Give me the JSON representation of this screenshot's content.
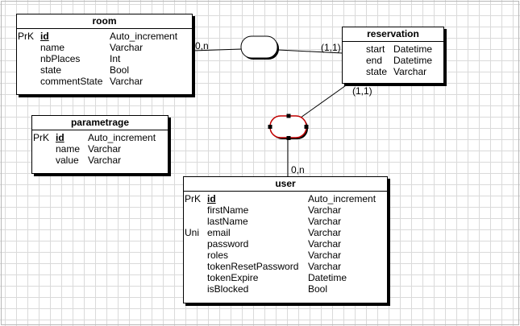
{
  "entities": {
    "room": {
      "title": "room",
      "rows": [
        {
          "flag": "PrK",
          "name": "id",
          "type": "Auto_increment",
          "key": true
        },
        {
          "flag": "",
          "name": "name",
          "type": "Varchar"
        },
        {
          "flag": "",
          "name": "nbPlaces",
          "type": "Int"
        },
        {
          "flag": "",
          "name": "state",
          "type": "Bool"
        },
        {
          "flag": "",
          "name": "commentState",
          "type": "Varchar"
        }
      ]
    },
    "reservation": {
      "title": "reservation",
      "rows": [
        {
          "flag": "",
          "name": "start",
          "type": "Datetime"
        },
        {
          "flag": "",
          "name": "end",
          "type": "Datetime"
        },
        {
          "flag": "",
          "name": "state",
          "type": "Varchar"
        }
      ]
    },
    "parametrage": {
      "title": "parametrage",
      "rows": [
        {
          "flag": "PrK",
          "name": "id",
          "type": "Auto_increment",
          "key": true
        },
        {
          "flag": "",
          "name": "name",
          "type": "Varchar"
        },
        {
          "flag": "",
          "name": "value",
          "type": "Varchar"
        }
      ]
    },
    "user": {
      "title": "user",
      "rows": [
        {
          "flag": "PrK",
          "name": "id",
          "type": "Auto_increment",
          "key": true
        },
        {
          "flag": "",
          "name": "firstName",
          "type": "Varchar"
        },
        {
          "flag": "",
          "name": "lastName",
          "type": "Varchar"
        },
        {
          "flag": "Uni",
          "name": "email",
          "type": "Varchar"
        },
        {
          "flag": "",
          "name": "password",
          "type": "Varchar"
        },
        {
          "flag": "",
          "name": "roles",
          "type": "Varchar"
        },
        {
          "flag": "",
          "name": "tokenResetPassword",
          "type": "Varchar"
        },
        {
          "flag": "",
          "name": "tokenExpire",
          "type": "Datetime"
        },
        {
          "flag": "",
          "name": "isBlocked",
          "type": "Bool"
        }
      ]
    }
  },
  "cardinalities": {
    "room_side": "0,n",
    "reservation_room_side": "(1,1)",
    "reservation_user_side": "(1,1)",
    "user_side": "0,n"
  },
  "colors": {
    "line": "#000000",
    "selected_association": "#c00000",
    "grid": "#dadada"
  }
}
